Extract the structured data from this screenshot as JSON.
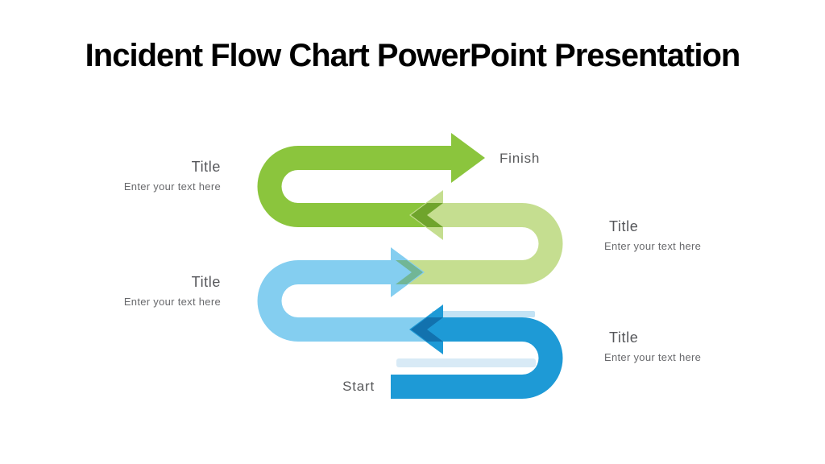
{
  "slide": {
    "title": "Incident Flow Chart PowerPoint Presentation",
    "background_color": "#FFFFFF",
    "title_color": "#000000"
  },
  "diagram": {
    "type": "serpentine-flow",
    "start_label": "Start",
    "finish_label": "Finish",
    "text_color": "#58595B",
    "steps": [
      {
        "order": 1,
        "name": "step-1-dark-blue",
        "color": "#1E9AD6",
        "label": {
          "title": "Title",
          "subtitle": "Enter your text here",
          "side": "right"
        }
      },
      {
        "order": 2,
        "name": "step-2-light-blue",
        "color": "#84CEF0",
        "label": {
          "title": "Title",
          "subtitle": "Enter your text here",
          "side": "left"
        }
      },
      {
        "order": 3,
        "name": "step-3-light-green",
        "color": "#C5DE90",
        "label": {
          "title": "Title",
          "subtitle": "Enter your text here",
          "side": "right"
        }
      },
      {
        "order": 4,
        "name": "step-4-dark-green",
        "color": "#8BC53D",
        "label": {
          "title": "Title",
          "subtitle": "Enter your text here",
          "side": "left"
        }
      }
    ],
    "effects": {
      "fold_olive": "#6FA42C",
      "fold_teal": "#6FB48C",
      "fold_navy": "#1272AE",
      "shadow_under_bar": "#D8EAF6",
      "shadow_above_bar": "#C3E3F5"
    }
  }
}
